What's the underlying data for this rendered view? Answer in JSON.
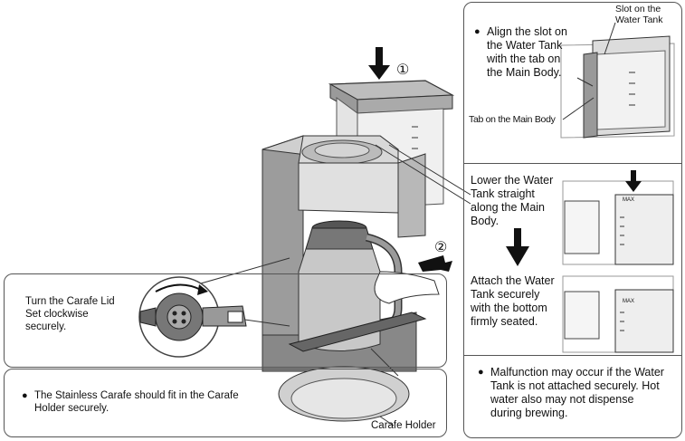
{
  "steps": {
    "step1": "①",
    "step2": "②"
  },
  "right_panel": {
    "align_note": "Align the slot on the Water Tank with the tab on the Main Body.",
    "slot_label": "Slot on the Water Tank",
    "tab_label": "Tab on the Main Body",
    "lower_note": "Lower the Water Tank straight along the Main Body.",
    "attach_note": "Attach the Water Tank securely with the bottom firmly seated.",
    "malfunction_note": "Malfunction may occur if the Water Tank is not attached securely. Hot water also may not dispense during brewing.",
    "max_label": "MAX"
  },
  "left_panels": {
    "lid_note": "Turn the Carafe Lid Set clockwise securely.",
    "carafe_note": "The Stainless Carafe should fit in the Carafe Holder securely.",
    "holder_label": "Carafe Holder"
  }
}
